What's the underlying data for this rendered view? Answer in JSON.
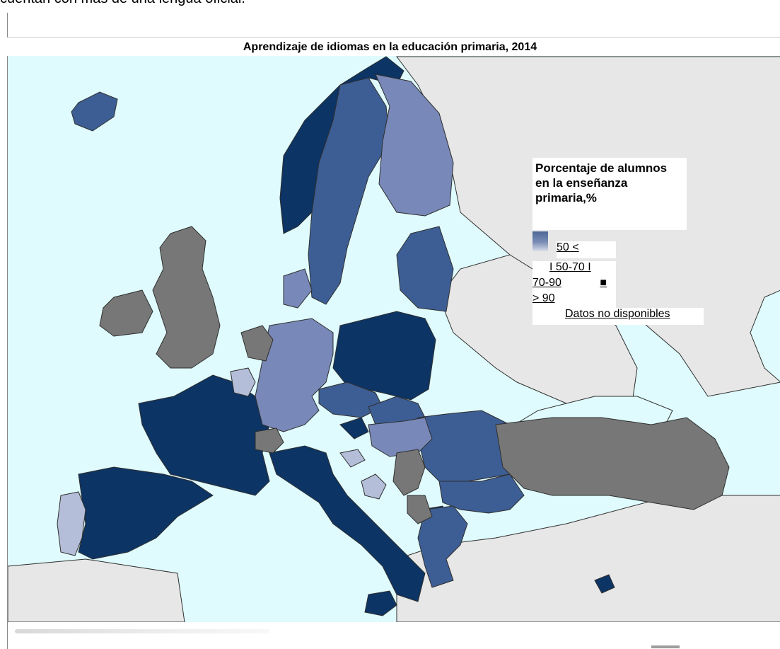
{
  "header": {
    "top_text": "cuentan con más de una lengua oficial."
  },
  "map": {
    "title": "Aprendizaje de idiomas en la educación primaria, 2014",
    "legend": {
      "title": "Porcentaje de alumnos en la enseñanza primaria,%",
      "items": [
        {
          "label": "50 <",
          "color": "#4f6699"
        },
        {
          "label": "I 50-70 I",
          "color": "#7888b8"
        },
        {
          "label": "70-90",
          "marker": "■",
          "color": "#3d5e94"
        },
        {
          "label": "> 90",
          "color": "#0c3464"
        },
        {
          "label": "Datos no disponibles",
          "color": "#777777"
        }
      ]
    },
    "colors": {
      "sea": "#dffbfd",
      "non_eu_land": "#e7e7e7",
      "border": "#2f2f2f",
      "over_90": "#0c3464",
      "from_70_to_90": "#3d5e94",
      "from_50_to_70": "#7888b8",
      "under_50": "#b4bed8",
      "no_data": "#777777"
    }
  }
}
